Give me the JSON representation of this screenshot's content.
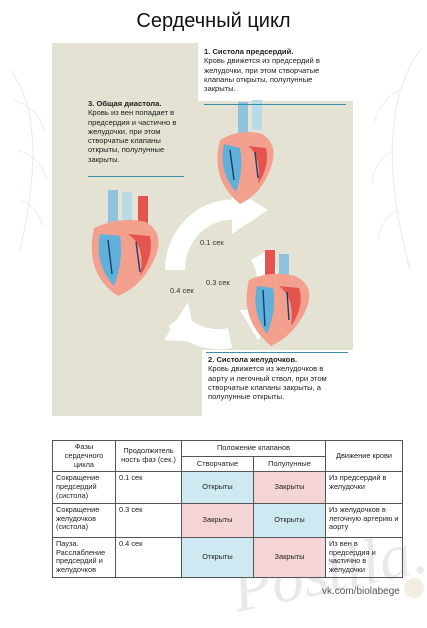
{
  "title": "Сердечный цикл",
  "phase1": {
    "head": "1. Систола предсердий.",
    "lines": [
      "Кровь движется из предсердий в",
      "желудочки, при этом створчатые",
      "клапаны открыты, полулунные",
      "закрыты."
    ]
  },
  "phase2": {
    "head": "2. Систола желудочков.",
    "lines": [
      "Кровь движется из желудочков в",
      "аорту и легочный ствол, при этом",
      "створчатые клапаны закрыты, а",
      "полулунные открыты."
    ]
  },
  "phase3": {
    "head": "3. Общая диастола.",
    "lines": [
      "Кровь из вен попадает в",
      "предсердия и частично в",
      "желудочки, при этом",
      "створчатые клапаны",
      "открыты, полулунные",
      "закрыты."
    ]
  },
  "timing": {
    "t1": "0.1 сек",
    "t2": "0.3 сек",
    "t3": "0.4 сек"
  },
  "table": {
    "h_phase": "Фазы сердечного цикла",
    "h_duration": "Продолжитель ность фаз (сек.)",
    "h_valves": "Положение клапанов",
    "h_flow": "Движение крови",
    "h_cusp": "Створчатые",
    "h_semilunar": "Полулунные",
    "rows": [
      {
        "phase": "Сокращение предсердий (систола)",
        "duration": "0.1 сек",
        "cusp": "Открыты",
        "semilunar": "Закрыты",
        "flow": "Из предсердий в желудочки"
      },
      {
        "phase": "Сокращение желудочков (систола)",
        "duration": "0.3 сек",
        "cusp": "Закрыты",
        "semilunar": "Открыты",
        "flow": "Из желудочков в легочную артерию и аорту"
      },
      {
        "phase": "Пауза. Расслабление предсердий и желудочков",
        "duration": "0.4 сек",
        "cusp": "Открыты",
        "semilunar": "Закрыты",
        "flow": "Из вен в предсердия и частично в желудочки"
      }
    ]
  },
  "footer": {
    "vk": "vk.com/biolabege"
  },
  "watermark": "Postila.ru",
  "colors": {
    "oxygenated": "#e85a5a",
    "deoxygenated": "#4aa6d6",
    "panel": "#e3e2d3",
    "open_cell": "#cfe9f3",
    "closed_cell": "#f5d4d5"
  }
}
